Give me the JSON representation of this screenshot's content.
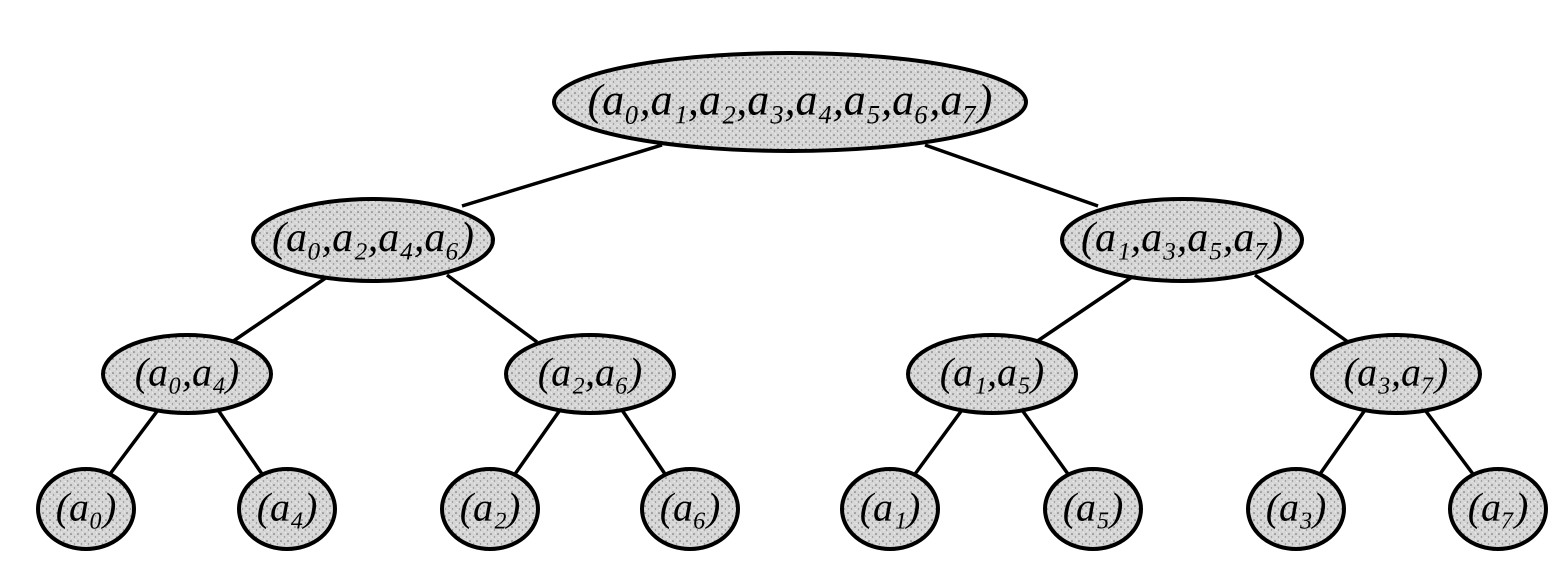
{
  "diagram": {
    "root": {
      "label": "(a₀,a₁,a₂,a₃,a₄,a₅,a₆,a₇)"
    },
    "level2": [
      {
        "label": "(a₀,a₂,a₄,a₆)"
      },
      {
        "label": "(a₁,a₃,a₅,a₇)"
      }
    ],
    "level3": [
      {
        "label": "(a₀,a₄)"
      },
      {
        "label": "(a₂,a₆)"
      },
      {
        "label": "(a₁,a₅)"
      },
      {
        "label": "(a₃,a₇)"
      }
    ],
    "leaves": [
      {
        "label": "(a₀)"
      },
      {
        "label": "(a₄)"
      },
      {
        "label": "(a₂)"
      },
      {
        "label": "(a₆)"
      },
      {
        "label": "(a₁)"
      },
      {
        "label": "(a₅)"
      },
      {
        "label": "(a₃)"
      },
      {
        "label": "(a₇)"
      }
    ],
    "fill_color": "#d4d4d4",
    "stroke_color": "#000000"
  }
}
